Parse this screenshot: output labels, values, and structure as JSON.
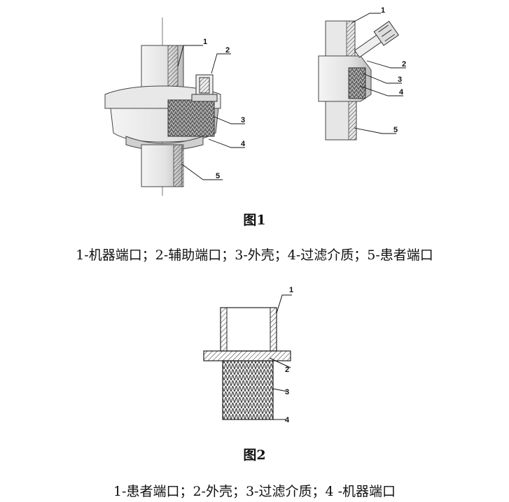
{
  "figure1": {
    "title": "图1",
    "legend": "1-机器端口；2-辅助端口；3-外壳；4-过滤介质；5-患者端口",
    "left_callouts": [
      "1",
      "2",
      "3",
      "4",
      "5"
    ],
    "right_callouts": [
      "1",
      "2",
      "3",
      "4",
      "5"
    ]
  },
  "figure2": {
    "title": "图2",
    "legend": "1-患者端口；2-外壳；3-过滤介质；4 -机器端口",
    "callouts": [
      "1",
      "2",
      "3",
      "4"
    ]
  }
}
